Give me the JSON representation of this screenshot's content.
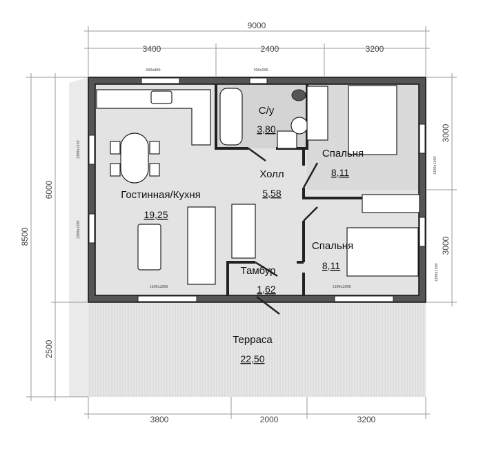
{
  "dimensions": {
    "total_width": "9000",
    "top": [
      "3400",
      "2400",
      "3200"
    ],
    "bottom": [
      "3800",
      "2000",
      "3200"
    ],
    "total_height": "8500",
    "left": [
      "6000",
      "2500"
    ],
    "right": [
      "3000",
      "3000"
    ]
  },
  "windows": {
    "kitchen_top": "600x800",
    "bath_top": "500x500",
    "left_upper": "1200x1250",
    "left_lower": "1200x1200",
    "right_upper": "1200x1200",
    "right_lower": "1200x1200",
    "living_bottom": "1200x2000",
    "bedroom_bottom": "1200x2000"
  },
  "rooms": {
    "living": {
      "name": "Гостинная/Кухня",
      "area": "19,25"
    },
    "bath": {
      "name": "С/у",
      "area": "3,80"
    },
    "hall": {
      "name": "Холл",
      "area": "5,58"
    },
    "bedroom1": {
      "name": "Спальня",
      "area": "8,11"
    },
    "bedroom2": {
      "name": "Спальня",
      "area": "8,11"
    },
    "tambour": {
      "name": "Тамбур",
      "area": "1,62"
    },
    "terrace": {
      "name": "Терраса",
      "area": "22,50"
    }
  }
}
